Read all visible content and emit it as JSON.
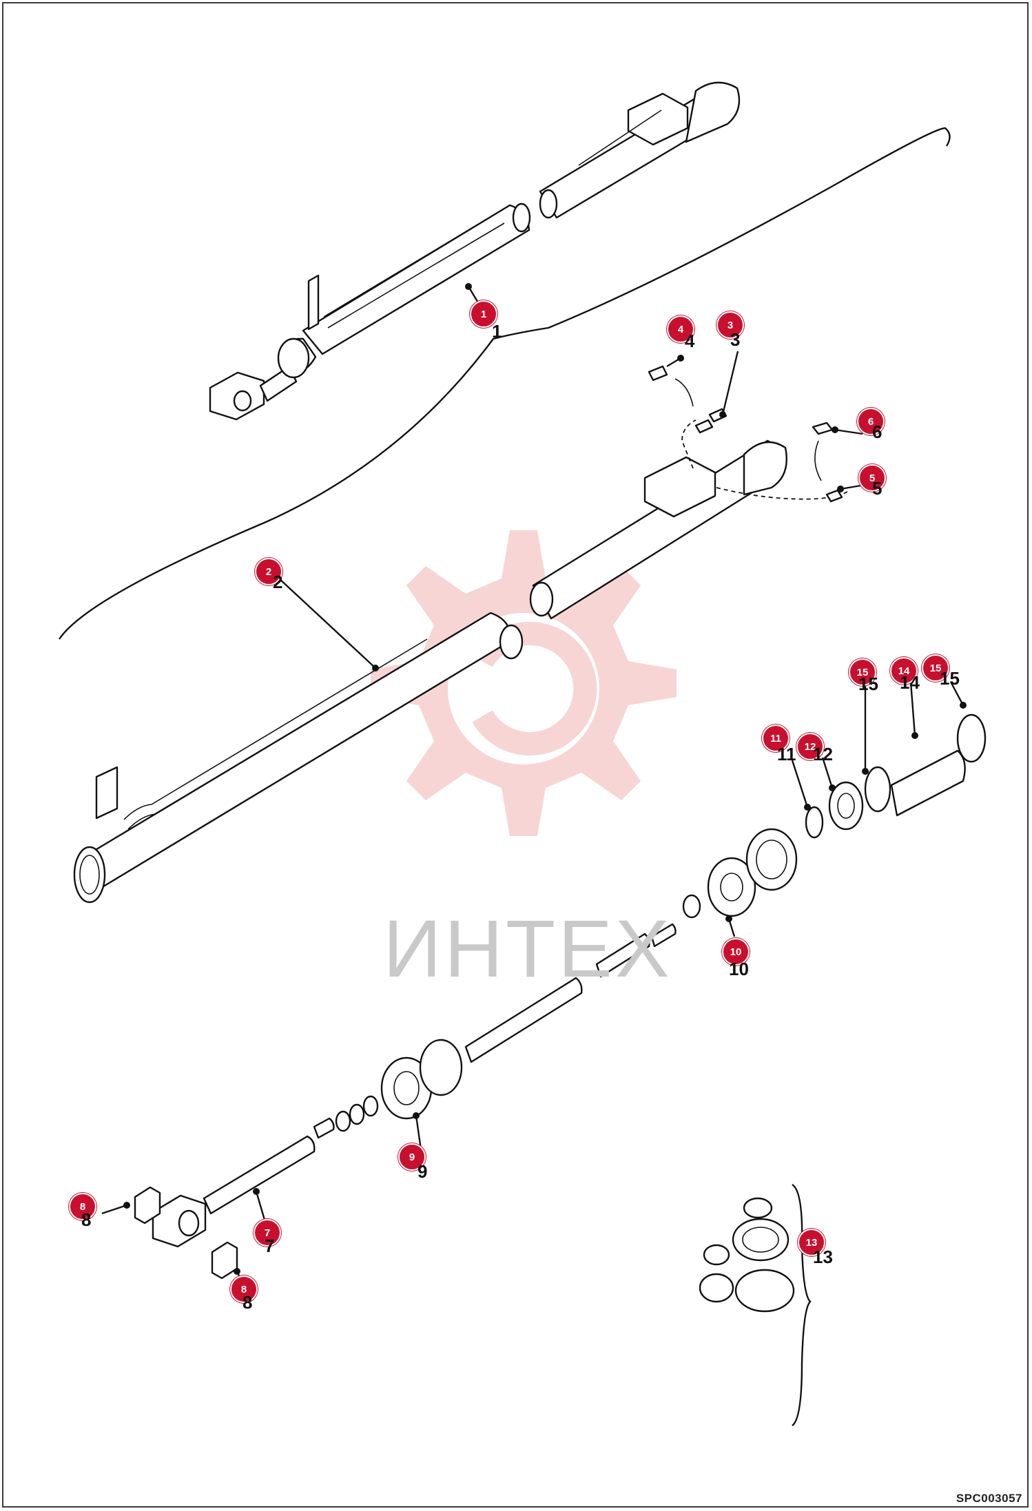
{
  "diagram": {
    "drawing_code": "SPC003057",
    "watermark": {
      "text": "ИНТЕХ",
      "color": "#f2b3b3"
    },
    "accent_color": "#c8102e",
    "callouts": [
      {
        "id": "c1",
        "number": "1"
      },
      {
        "id": "c2",
        "number": "2"
      },
      {
        "id": "c3",
        "number": "3"
      },
      {
        "id": "c4",
        "number": "4"
      },
      {
        "id": "c5",
        "number": "5"
      },
      {
        "id": "c6",
        "number": "6"
      },
      {
        "id": "c7",
        "number": "7"
      },
      {
        "id": "c8a",
        "number": "8"
      },
      {
        "id": "c8b",
        "number": "8"
      },
      {
        "id": "c9",
        "number": "9"
      },
      {
        "id": "c10",
        "number": "10"
      },
      {
        "id": "c11",
        "number": "11"
      },
      {
        "id": "c12",
        "number": "12"
      },
      {
        "id": "c13",
        "number": "13"
      },
      {
        "id": "c14",
        "number": "14"
      },
      {
        "id": "c15a",
        "number": "15"
      },
      {
        "id": "c15b",
        "number": "15"
      }
    ],
    "labels": {
      "l1": "1",
      "l2": "2",
      "l3": "3",
      "l4": "4",
      "l5": "5",
      "l6": "6",
      "l7": "7",
      "l8a": "8",
      "l8b": "8",
      "l9": "9",
      "l10": "10",
      "l11": "11",
      "l12": "12",
      "l13": "13",
      "l14": "14",
      "l15a": "15",
      "l15b": "15"
    }
  }
}
